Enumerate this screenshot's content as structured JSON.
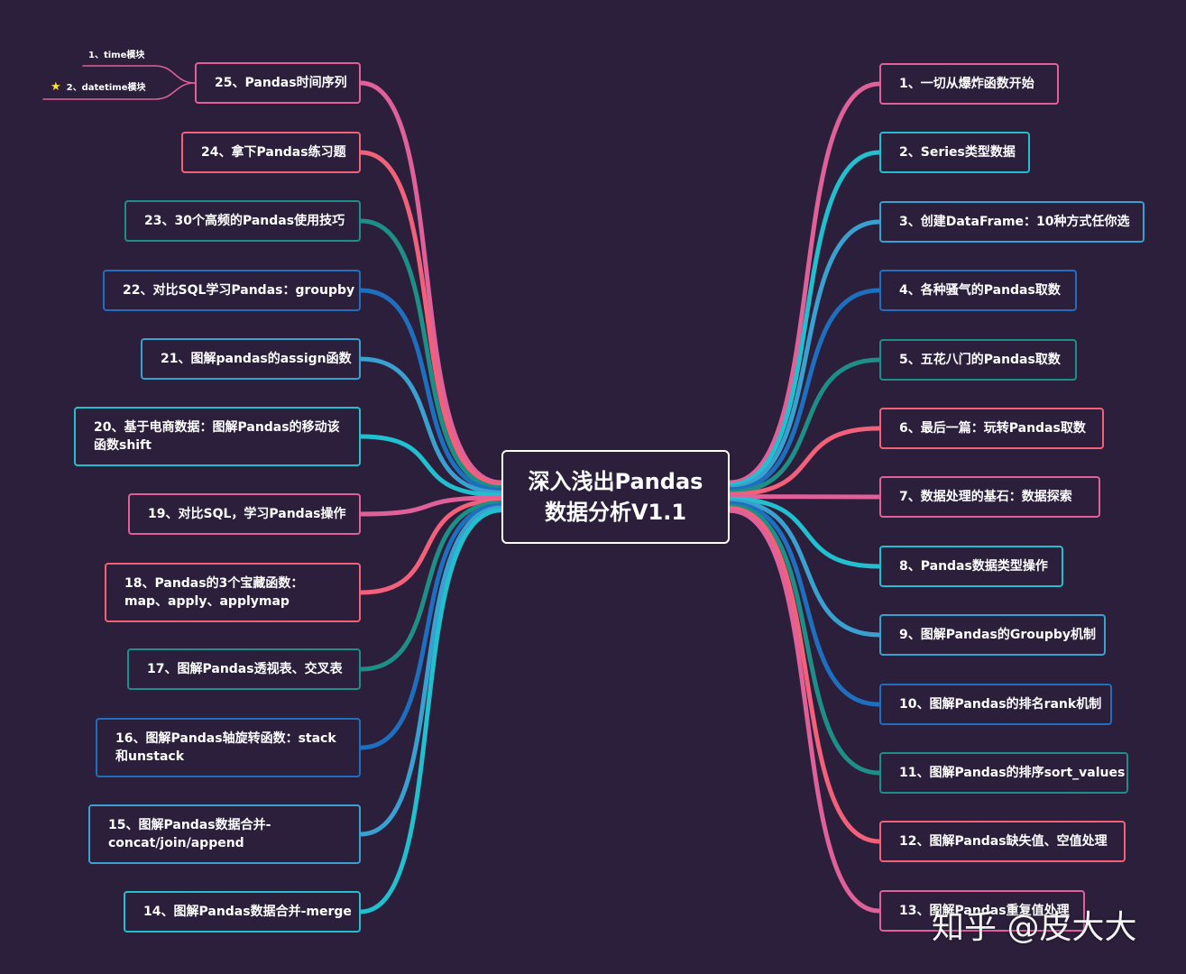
{
  "center": {
    "line1": "深入浅出Pandas",
    "line2": "数据分析V1.1"
  },
  "colors": {
    "background": "#2b1f3b",
    "pink": "#e0619a",
    "red": "#f2607a",
    "teal": "#1d8f86",
    "blue": "#1f6fbf",
    "lightblue": "#3aa0d0",
    "cyan": "#22bfcf",
    "star": "#ffe033"
  },
  "right_nodes": [
    {
      "label": "1、一切从爆炸函数开始",
      "color": "#e0619a"
    },
    {
      "label": "2、Series类型数据",
      "color": "#22bfcf"
    },
    {
      "label": "3、创建DataFrame：10种方式任你选",
      "color": "#3aa0d0"
    },
    {
      "label": "4、各种骚气的Pandas取数",
      "color": "#1f6fbf"
    },
    {
      "label": "5、五花八门的Pandas取数",
      "color": "#1d8f86"
    },
    {
      "label": "6、最后一篇：玩转Pandas取数",
      "color": "#f2607a"
    },
    {
      "label": "7、数据处理的基石：数据探索",
      "color": "#e0619a"
    },
    {
      "label": "8、Pandas数据类型操作",
      "color": "#22bfcf"
    },
    {
      "label": "9、图解Pandas的Groupby机制",
      "color": "#3aa0d0"
    },
    {
      "label": "10、图解Pandas的排名rank机制",
      "color": "#1f6fbf"
    },
    {
      "label": "11、图解Pandas的排序sort_values",
      "color": "#1d8f86"
    },
    {
      "label": "12、图解Pandas缺失值、空值处理",
      "color": "#f2607a"
    },
    {
      "label": "13、图解Pandas重复值处理",
      "color": "#e0619a"
    }
  ],
  "left_nodes": [
    {
      "label": "25、Pandas时间序列",
      "color": "#e0619a"
    },
    {
      "label": "24、拿下Pandas练习题",
      "color": "#f2607a"
    },
    {
      "label": "23、30个高频的Pandas使用技巧",
      "color": "#1d8f86"
    },
    {
      "label": "22、对比SQL学习Pandas：groupby",
      "color": "#1f6fbf"
    },
    {
      "label": "21、图解pandas的assign函数",
      "color": "#3aa0d0"
    },
    {
      "label": "20、基于电商数据：图解Pandas的移动该函数shift",
      "color": "#22bfcf"
    },
    {
      "label": "19、对比SQL，学习Pandas操作",
      "color": "#e0619a"
    },
    {
      "label": "18、Pandas的3个宝藏函数：map、apply、applymap",
      "color": "#f2607a"
    },
    {
      "label": "17、图解Pandas透视表、交叉表",
      "color": "#1d8f86"
    },
    {
      "label": "16、图解Pandas轴旋转函数：stack和unstack",
      "color": "#1f6fbf"
    },
    {
      "label": "15、图解Pandas数据合并-concat/join/append",
      "color": "#3aa0d0"
    },
    {
      "label": "14、图解Pandas数据合并-merge",
      "color": "#22bfcf"
    }
  ],
  "sub_nodes": [
    {
      "label": "1、time模块",
      "starred": false
    },
    {
      "label": "2、datetime模块",
      "starred": true
    }
  ],
  "watermark": "知乎 @皮大大"
}
